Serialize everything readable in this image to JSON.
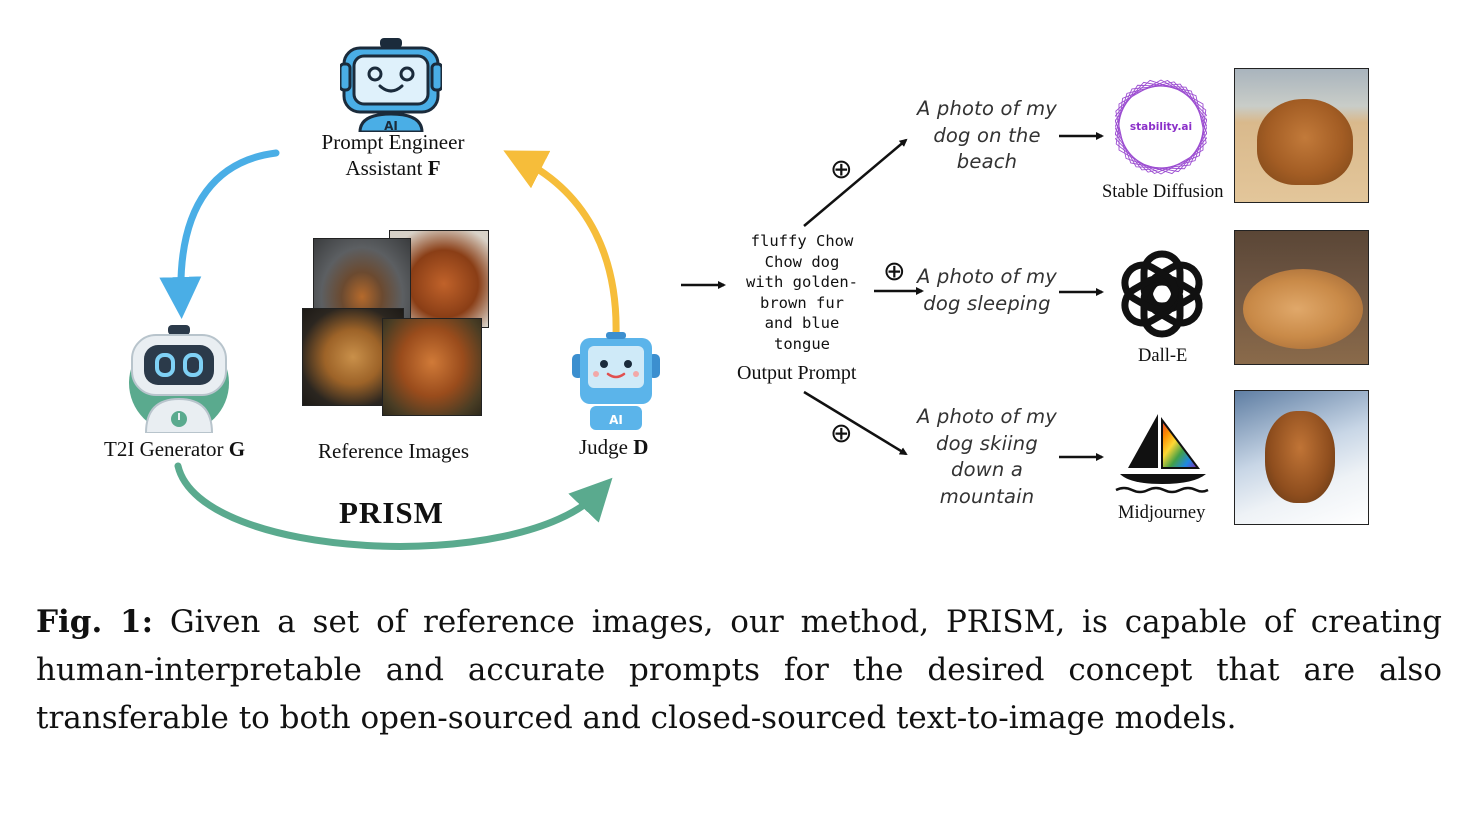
{
  "figure": {
    "prompt_engineer_label": "Prompt Engineer",
    "prompt_engineer_sub": "Assistant",
    "prompt_engineer_var": "F",
    "generator_label": "T2I Generator",
    "generator_var": "G",
    "reference_label": "Reference Images",
    "judge_label": "Judge",
    "judge_var": "D",
    "method_name": "PRISM",
    "ai_badge": "AI",
    "output_prompt_lines": [
      "fluffy Chow",
      "Chow dog",
      "with golden-",
      "brown fur",
      "and blue",
      "tongue"
    ],
    "output_prompt_label": "Output Prompt",
    "plus_symbol": "⊕",
    "branches": [
      {
        "phrase_lines": [
          "A photo of my",
          "dog on the",
          "beach"
        ],
        "model": "Stable Diffusion",
        "logo_text": "stability.ai"
      },
      {
        "phrase_lines": [
          "A photo of my",
          "dog sleeping"
        ],
        "model": "Dall-E"
      },
      {
        "phrase_lines": [
          "A photo of my",
          "dog skiing",
          "down a",
          "mountain"
        ],
        "model": "Midjourney"
      }
    ],
    "colors": {
      "blue_arrow": "#4aaee6",
      "yellow_arrow": "#f6bd3a",
      "green_arrow": "#5aaa8e",
      "stability_purple": "#8b2fc9"
    }
  },
  "caption": {
    "fig_label": "Fig. 1:",
    "text": " Given a set of reference images, our method, PRISM, is capable of creating human-interpretable and accurate prompts for the desired concept that are also transferable to both open-sourced and closed-sourced text-to-image models."
  }
}
